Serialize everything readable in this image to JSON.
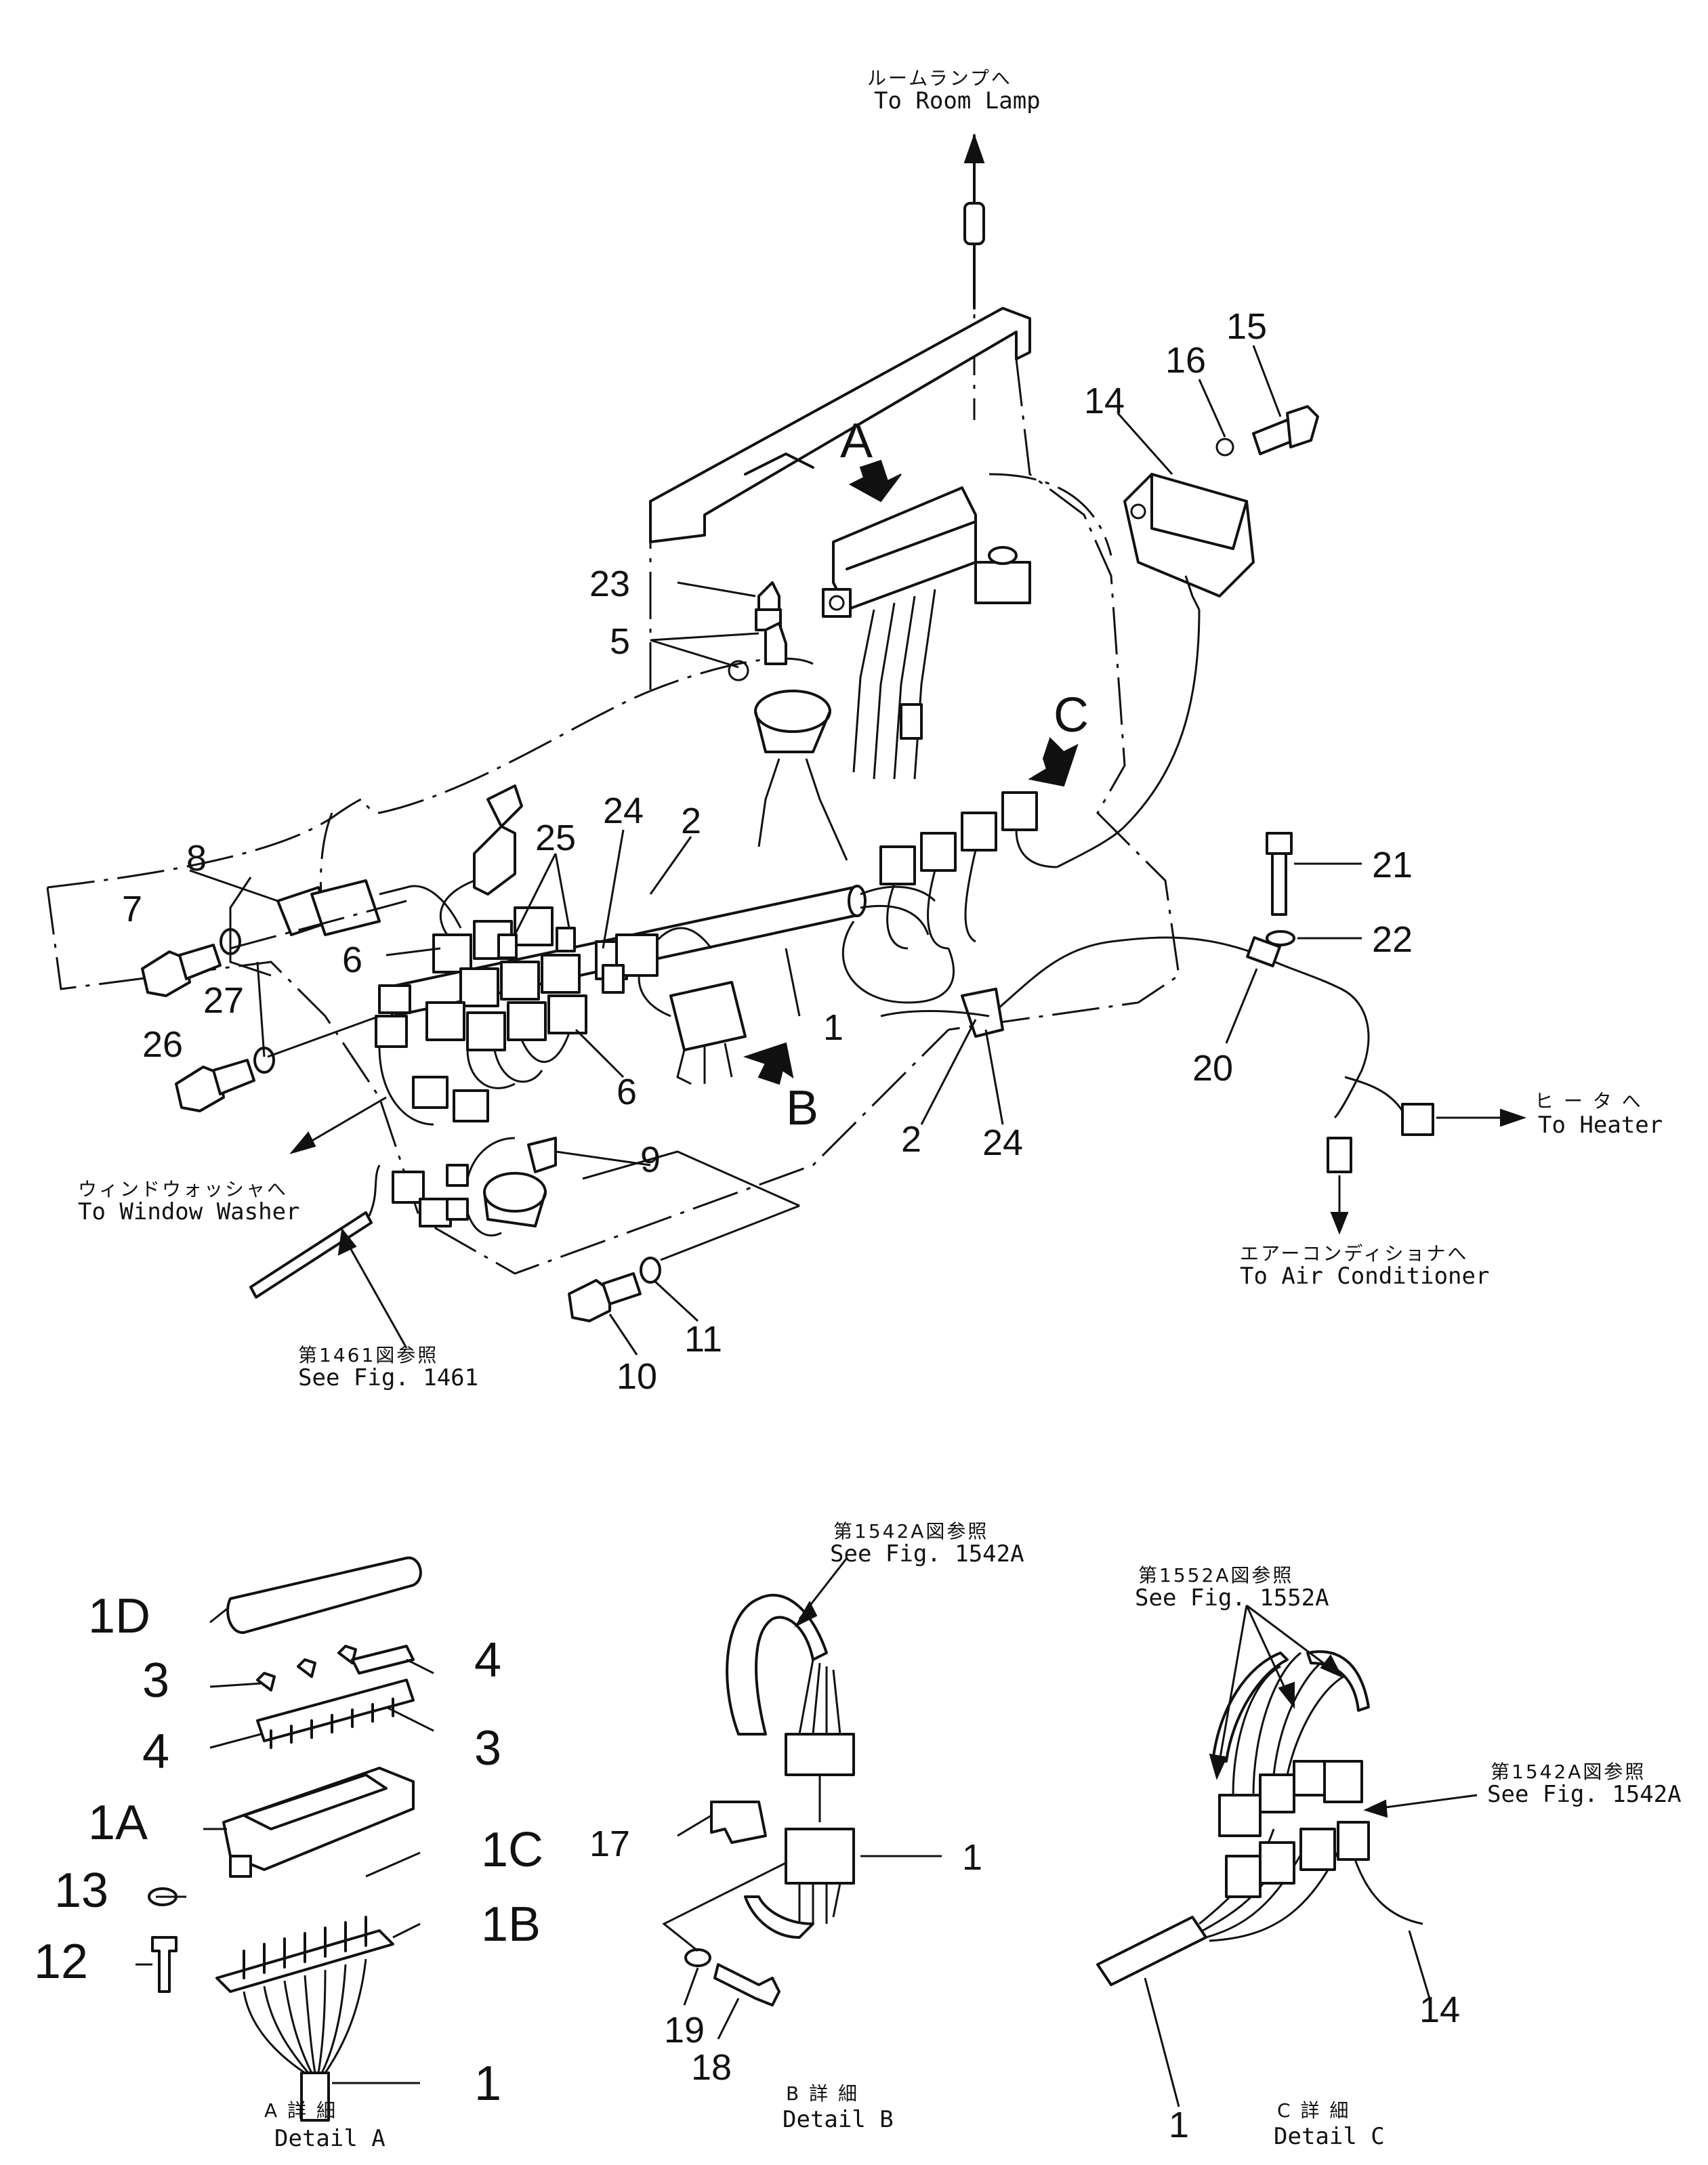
{
  "annotations": {
    "room_lamp_jp": "ルームランプへ",
    "room_lamp_en": "To Room Lamp",
    "window_washer_jp": "ウィンドウォッシャへ",
    "window_washer_en": "To Window Washer",
    "heater_jp": "ヒ ー タ へ",
    "heater_en": "To Heater",
    "air_con_jp": "エアーコンディショナへ",
    "air_con_en": "To Air Conditioner",
    "fig1461_jp": "第1461図参照",
    "fig1461_en": "See Fig. 1461",
    "fig1542a_jp_b": "第1542A図参照",
    "fig1542a_en_b": "See Fig. 1542A",
    "fig1552a_jp": "第1552A図参照",
    "fig1552a_en": "See Fig. 1552A",
    "fig1542a_jp_c": "第1542A図参照",
    "fig1542a_en_c": "See Fig. 1542A"
  },
  "details": {
    "a_jp": "A 詳 細",
    "a_en": "Detail A",
    "b_jp": "B 詳 細",
    "b_en": "Detail B",
    "c_jp": "C 詳 細",
    "c_en": "Detail C"
  },
  "view_markers": {
    "a": "A",
    "b": "B",
    "c": "C"
  },
  "callouts_main": {
    "n1": "1",
    "n2a": "2",
    "n2b": "2",
    "n5": "5",
    "n6a": "6",
    "n6b": "6",
    "n7": "7",
    "n8": "8",
    "n9": "9",
    "n10": "10",
    "n11": "11",
    "n14": "14",
    "n15": "15",
    "n16": "16",
    "n20": "20",
    "n21": "21",
    "n22": "22",
    "n23": "23",
    "n24a": "24",
    "n24b": "24",
    "n25": "25",
    "n26": "26",
    "n27": "27"
  },
  "callouts_detail_a": {
    "n1d": "1D",
    "n3a": "3",
    "n4a": "4",
    "n4b": "4",
    "n3b": "3",
    "n1a": "1A",
    "n1c": "1C",
    "n13": "13",
    "n1b": "1B",
    "n12": "12",
    "n1": "1"
  },
  "callouts_detail_b": {
    "n17": "17",
    "n1": "1",
    "n19": "19",
    "n18": "18"
  },
  "callouts_detail_c": {
    "n14": "14",
    "n1": "1"
  }
}
